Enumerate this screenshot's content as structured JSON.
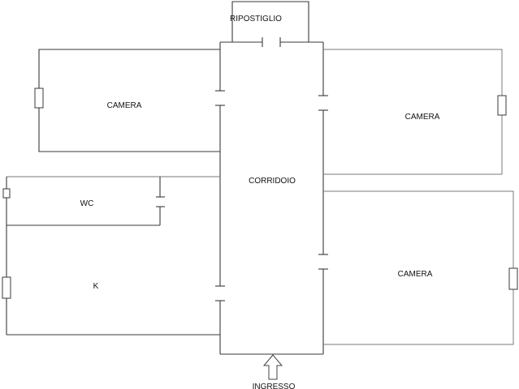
{
  "rooms": {
    "ripostiglio": "RIPOSTIGLIO",
    "camera_top_left": "CAMERA",
    "camera_top_right": "CAMERA",
    "corridoio": "CORRIDOIO",
    "wc": "WC",
    "camera_bottom_right": "CAMERA",
    "k": "K"
  },
  "entrance": {
    "label": "INGRESSO"
  }
}
